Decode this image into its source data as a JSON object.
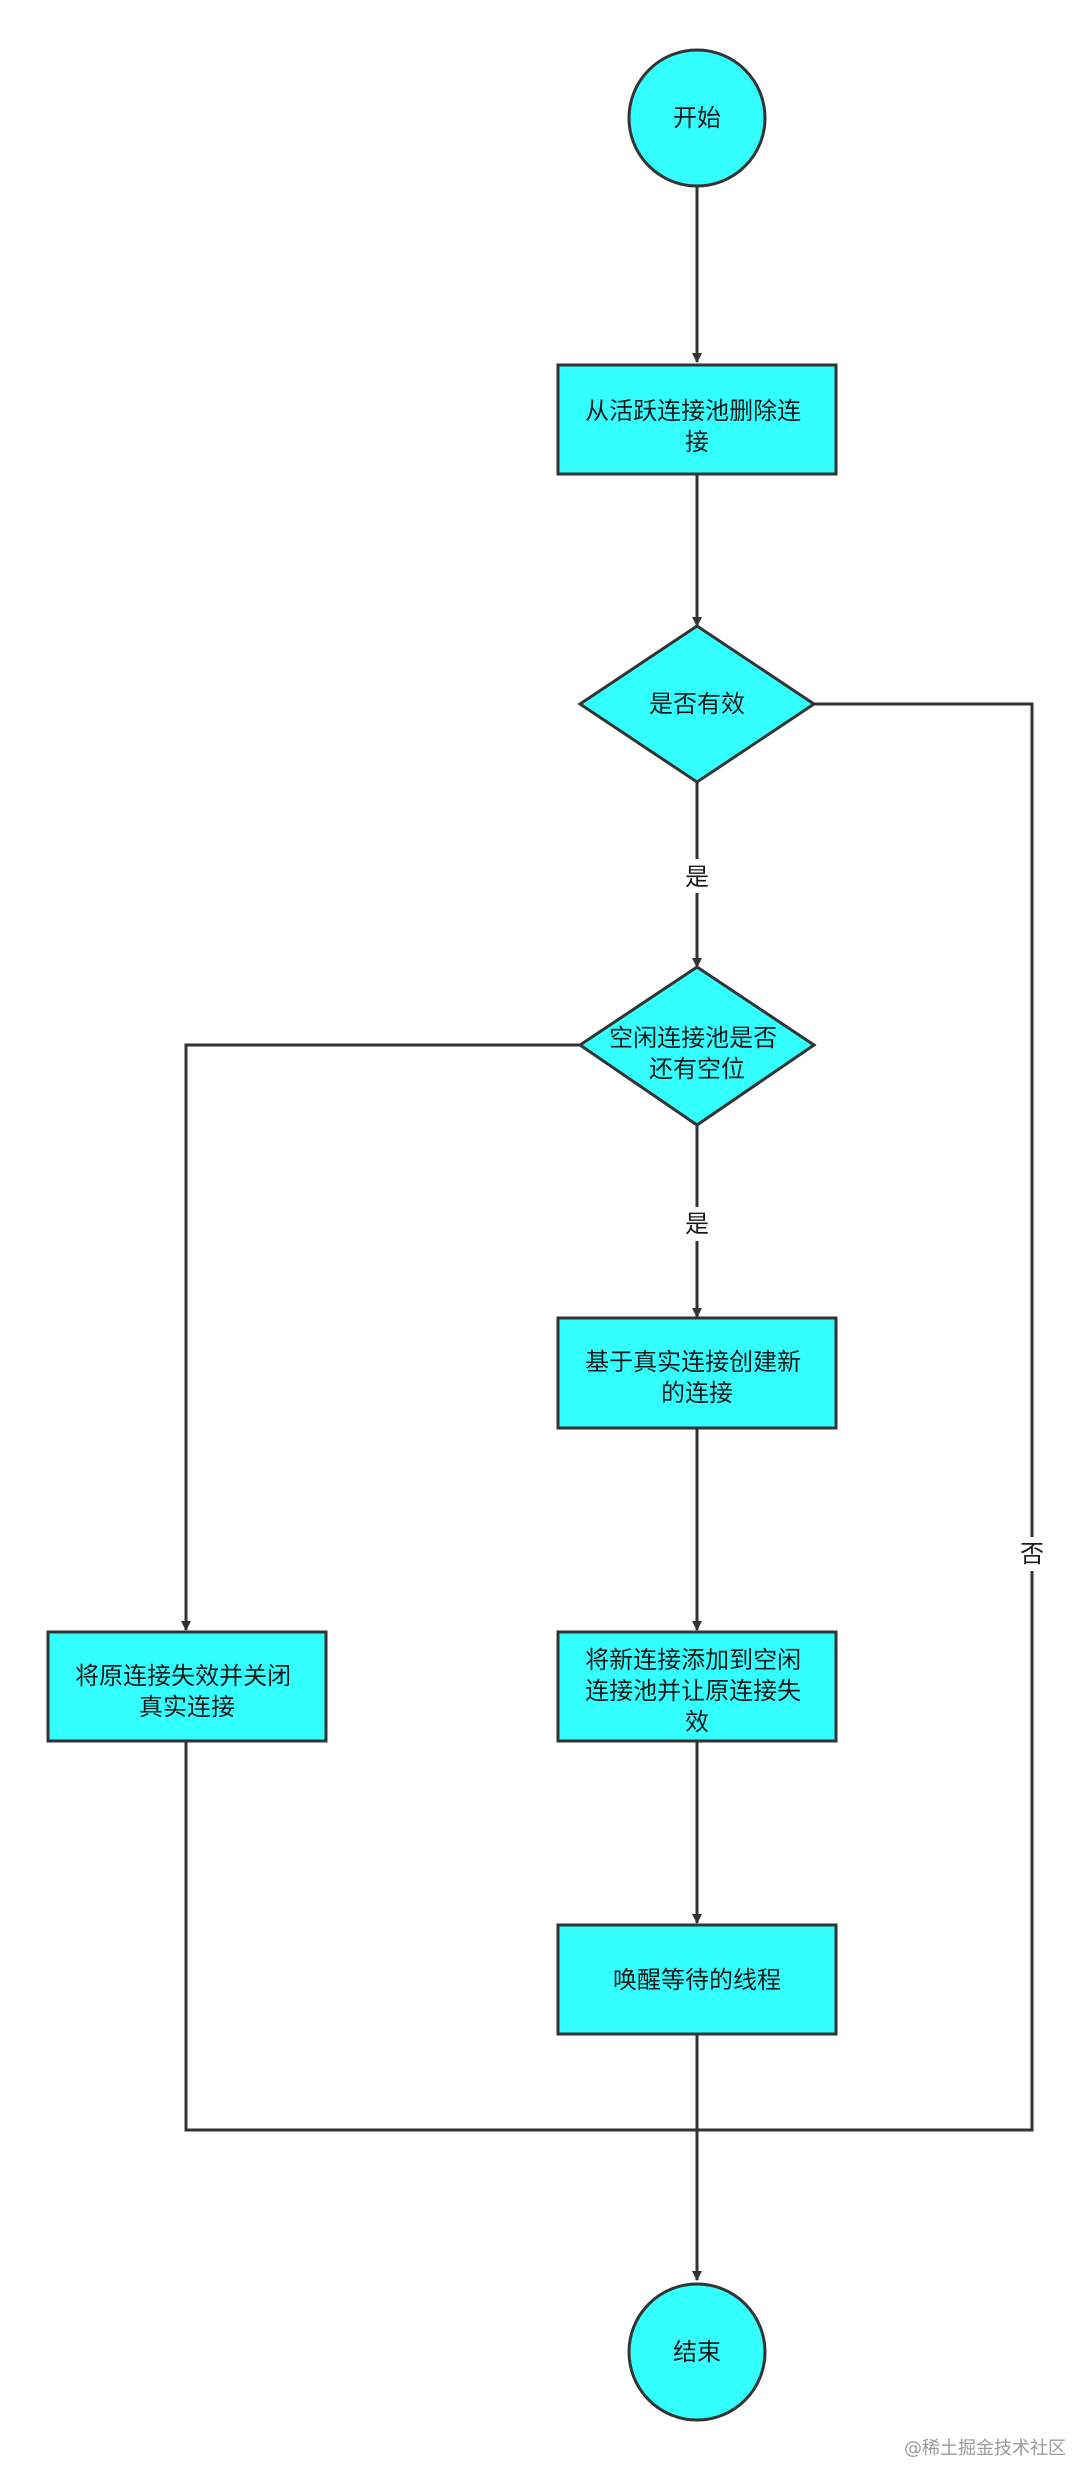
{
  "nodes": {
    "start": "开始",
    "remove": [
      "从活跃连接池删除连",
      "接"
    ],
    "valid": "是否有效",
    "idle_space": [
      "空闲连接池是否",
      "还有空位"
    ],
    "create": [
      "基于真实连接创建新",
      "的连接"
    ],
    "invalidate_close": [
      "将原连接失效并关闭",
      "真实连接"
    ],
    "add_idle": [
      "将新连接添加到空闲",
      "连接池并让原连接失",
      "效"
    ],
    "wake": "唤醒等待的线程",
    "end": "结束"
  },
  "edges": {
    "yes_1": "是",
    "yes_2": "是",
    "no_1": "否"
  },
  "watermark": "@稀土掘金技术社区",
  "colors": {
    "node_fill": "#33ffff",
    "stroke": "#333333"
  }
}
